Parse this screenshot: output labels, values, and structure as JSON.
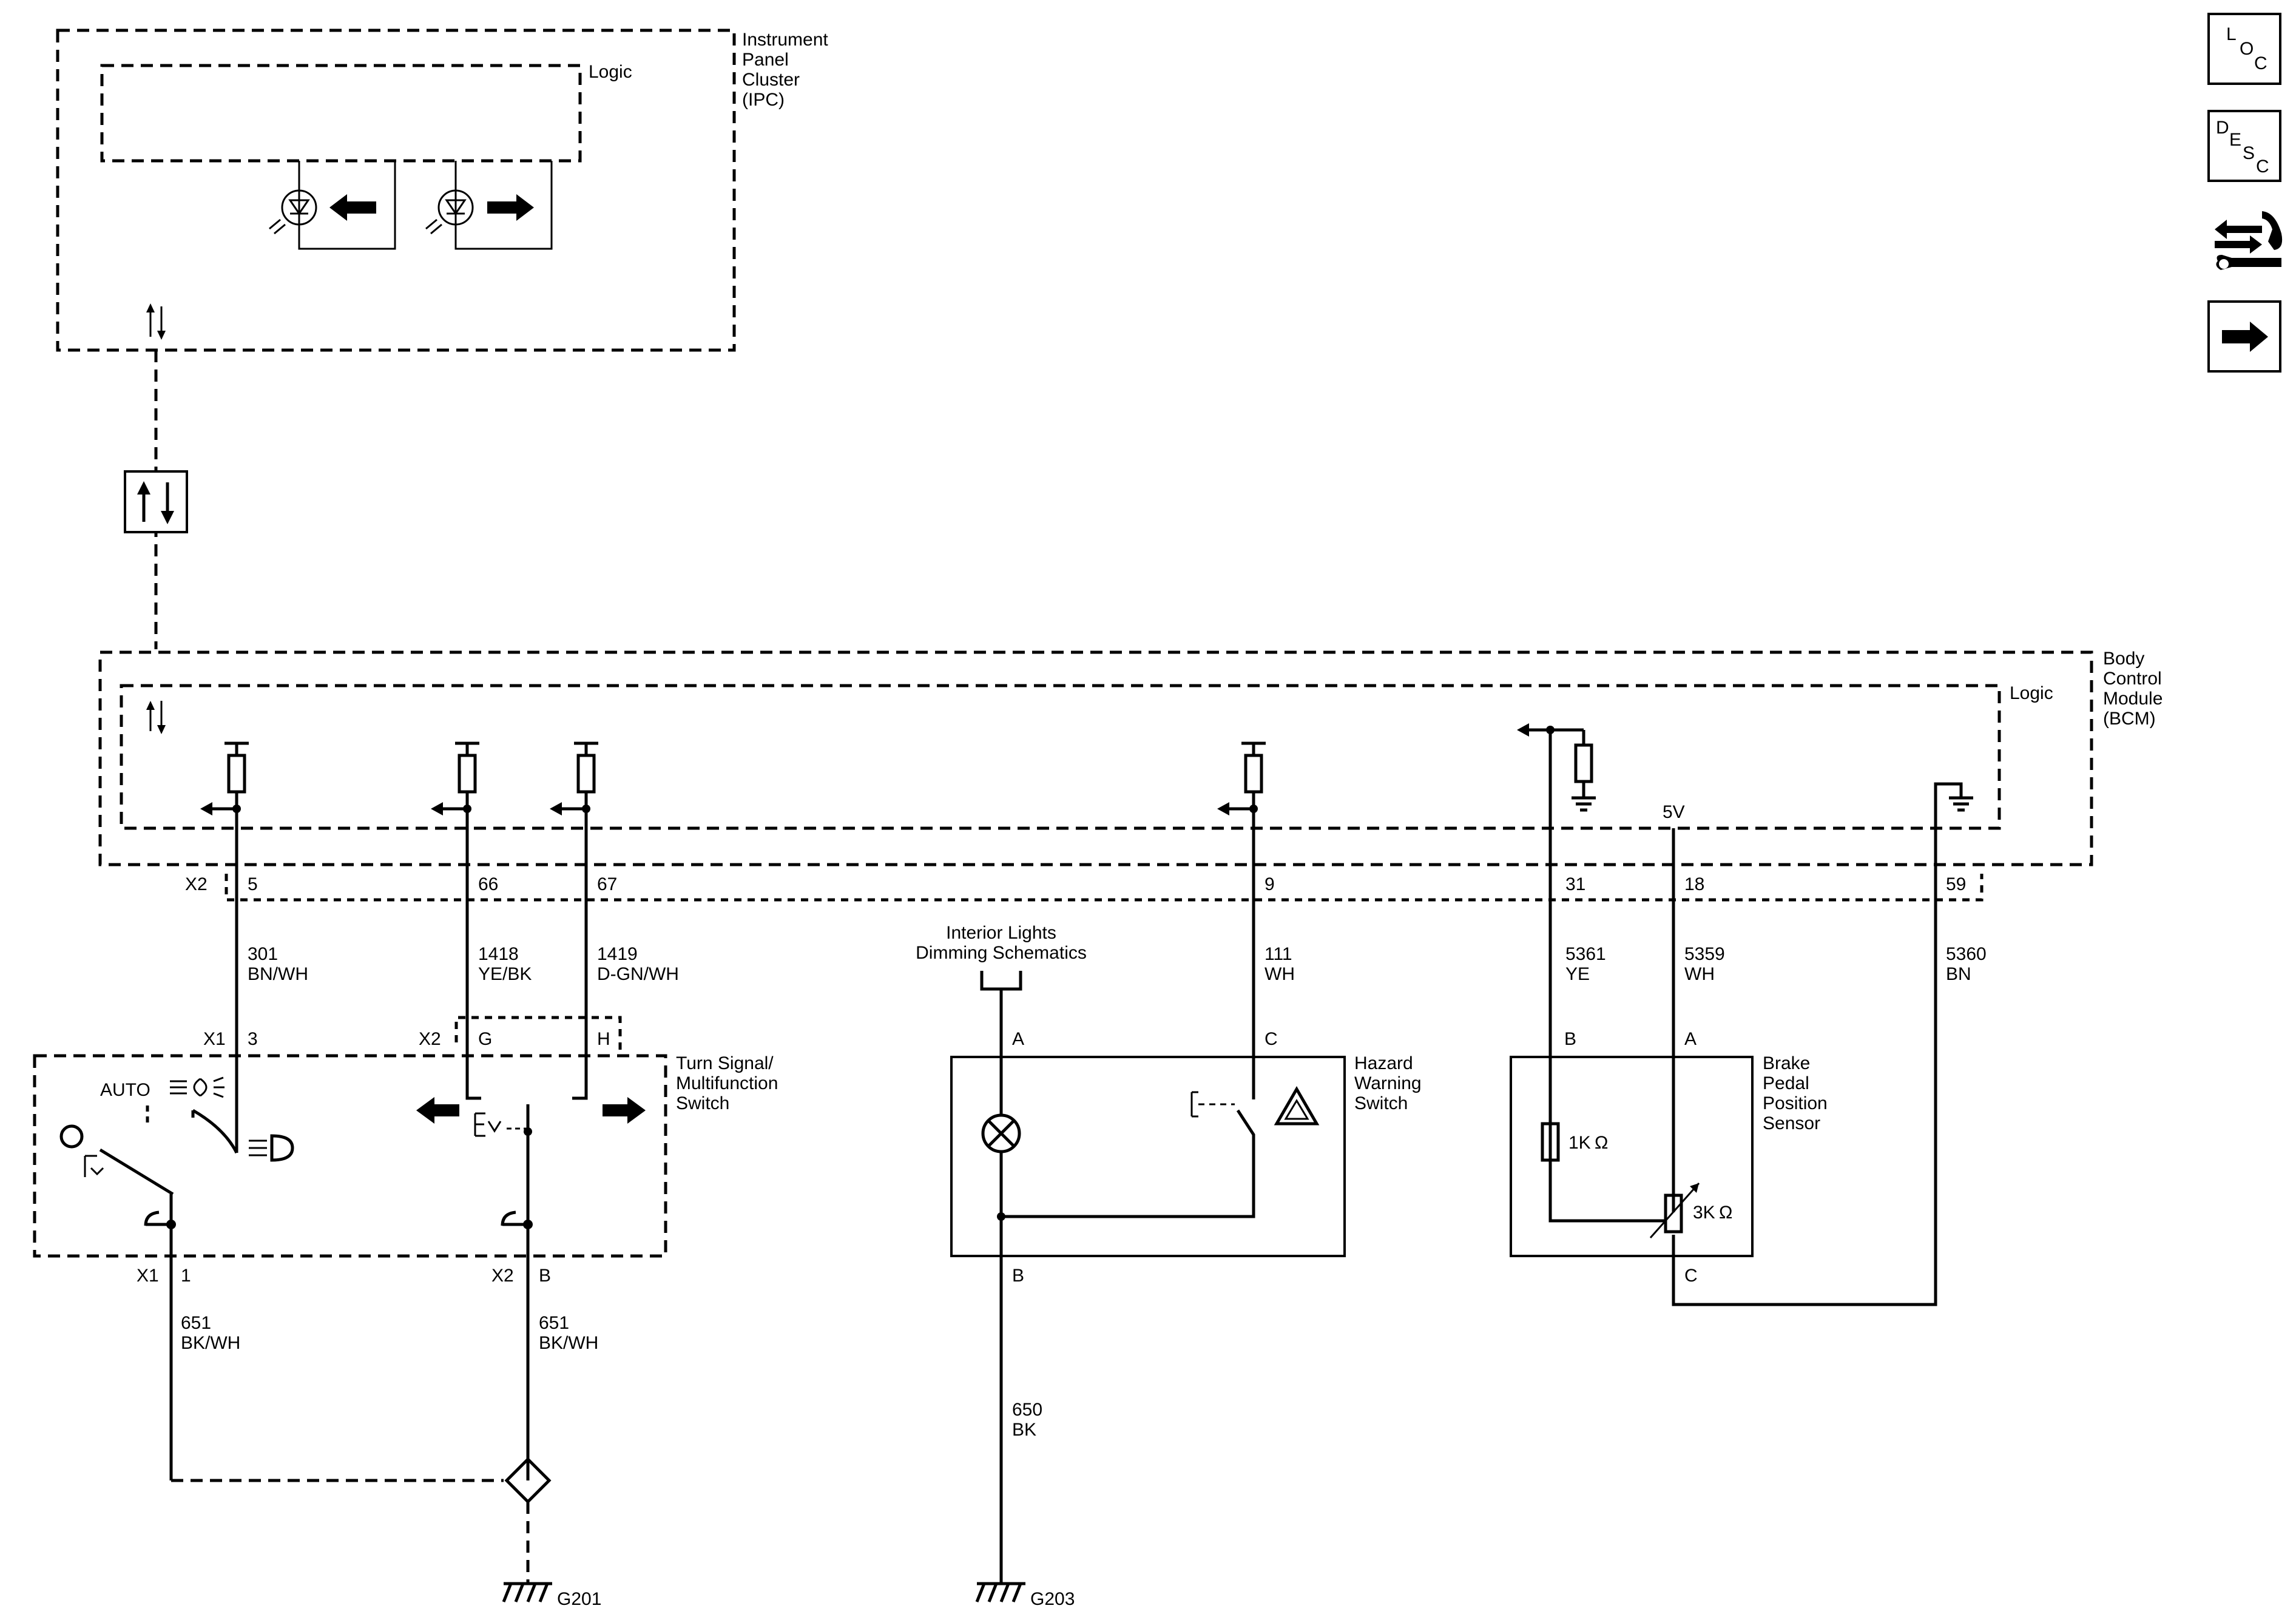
{
  "modules": {
    "ipc_name": [
      "Instrument",
      "Panel",
      "Cluster",
      "(IPC)"
    ],
    "ipc_logic": "Logic",
    "bcm_name": [
      "Body",
      "Control",
      "Module",
      "(BCM)"
    ],
    "bcm_logic": "Logic",
    "bcm_5v": "5V"
  },
  "bcm_connector": "X2",
  "bcm_pins": [
    "5",
    "66",
    "67",
    "9",
    "31",
    "18",
    "59"
  ],
  "wires": [
    {
      "circuit": "301",
      "color": "BN/WH"
    },
    {
      "circuit": "1418",
      "color": "YE/BK"
    },
    {
      "circuit": "1419",
      "color": "D-GN/WH"
    },
    {
      "circuit": "111",
      "color": "WH"
    },
    {
      "circuit": "5361",
      "color": "YE"
    },
    {
      "circuit": "5359",
      "color": "WH"
    },
    {
      "circuit": "5360",
      "color": "BN"
    },
    {
      "circuit": "651",
      "color": "BK/WH"
    },
    {
      "circuit": "651",
      "color": "BK/WH"
    },
    {
      "circuit": "650",
      "color": "BK"
    }
  ],
  "turn_switch": {
    "name": [
      "Turn Signal/",
      "Multifunction",
      "Switch"
    ],
    "auto_label": "AUTO",
    "conn_x1": "X1",
    "pin_3": "3",
    "conn_x2": "X2",
    "pin_g": "G",
    "pin_h": "H",
    "conn_x1_bottom": "X1",
    "pin_1": "1",
    "conn_x2_bottom": "X2",
    "pin_b": "B"
  },
  "hazard": {
    "name": [
      "Hazard",
      "Warning",
      "Switch"
    ],
    "pin_a": "A",
    "pin_c": "C",
    "pin_b": "B",
    "ref_text": [
      "Interior Lights",
      "Dimming Schematics"
    ]
  },
  "brake_sensor": {
    "name": [
      "Brake",
      "Pedal",
      "Position",
      "Sensor"
    ],
    "pin_b": "B",
    "pin_a": "A",
    "pin_c": "C",
    "r1": "1K",
    "r2": "3K",
    "ohm": "Ω"
  },
  "grounds": {
    "g201": "G201",
    "g203": "G203"
  },
  "nav": {
    "loc": [
      "L",
      "O",
      "C"
    ],
    "desc": [
      "D",
      "E",
      "S",
      "C"
    ]
  },
  "icons": {
    "left_arrow": "left-arrow-icon",
    "right_arrow": "right-arrow-icon",
    "serial_data": "serial-data-icon",
    "hazard_triangle": "hazard-triangle-icon",
    "headlamp": "headlamp-icon",
    "auto_lamp": "auto-lamp-icon",
    "lamp": "lamp-icon",
    "ground": "ground-icon",
    "splice": "splice-icon",
    "connector_service": "connector-service-icon",
    "next_page": "next-page-arrow-icon"
  }
}
